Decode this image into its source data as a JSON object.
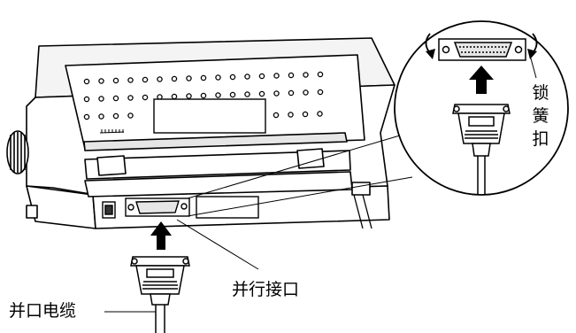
{
  "labels": {
    "parallel_cable": "并口电缆",
    "parallel_port": "并行接口",
    "spring_lock_chars": [
      "锁",
      "簧",
      "扣"
    ]
  },
  "colors": {
    "line": "#000000",
    "paper": "#ffffff",
    "panel_shade": "#e6e6e6",
    "arrow": "#000000"
  },
  "icons": {
    "insert_arrow": "arrow-up-icon",
    "rotate_arrows": "curved-arrow-icon"
  }
}
